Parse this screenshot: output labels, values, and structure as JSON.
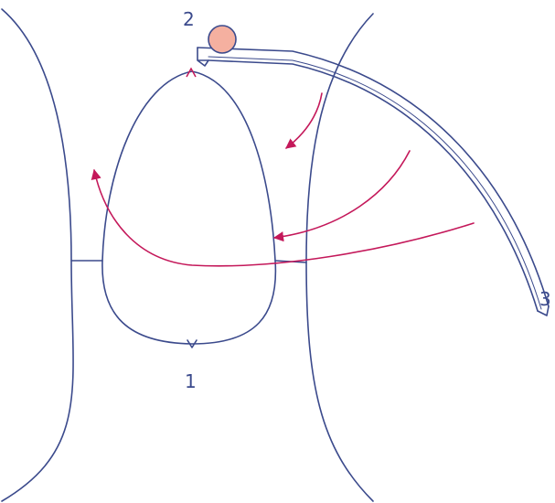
{
  "labels": {
    "bottom": "1",
    "top": "2",
    "right": "3"
  },
  "colors": {
    "outline": "#3b4a8c",
    "flow_arrow": "#c4185a",
    "marker_circle_fill": "#f5b0a0",
    "marker_circle_stroke": "#3b4a8c"
  }
}
